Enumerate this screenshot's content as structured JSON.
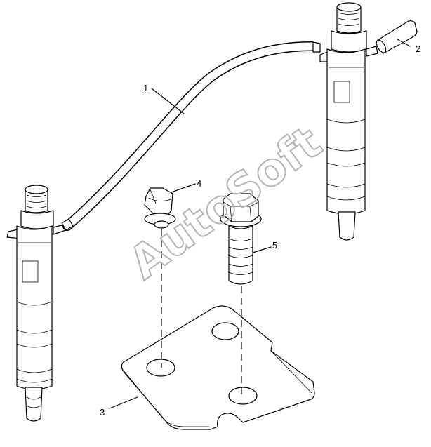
{
  "callouts": {
    "c1": "1",
    "c2": "2",
    "c3": "3",
    "c4": "4",
    "c5": "5"
  },
  "watermark": "AutoSoft",
  "parts": [
    "fuel-leak-off-hose",
    "injector-cap",
    "clamp-plate",
    "hose-clip",
    "flange-bolt"
  ]
}
